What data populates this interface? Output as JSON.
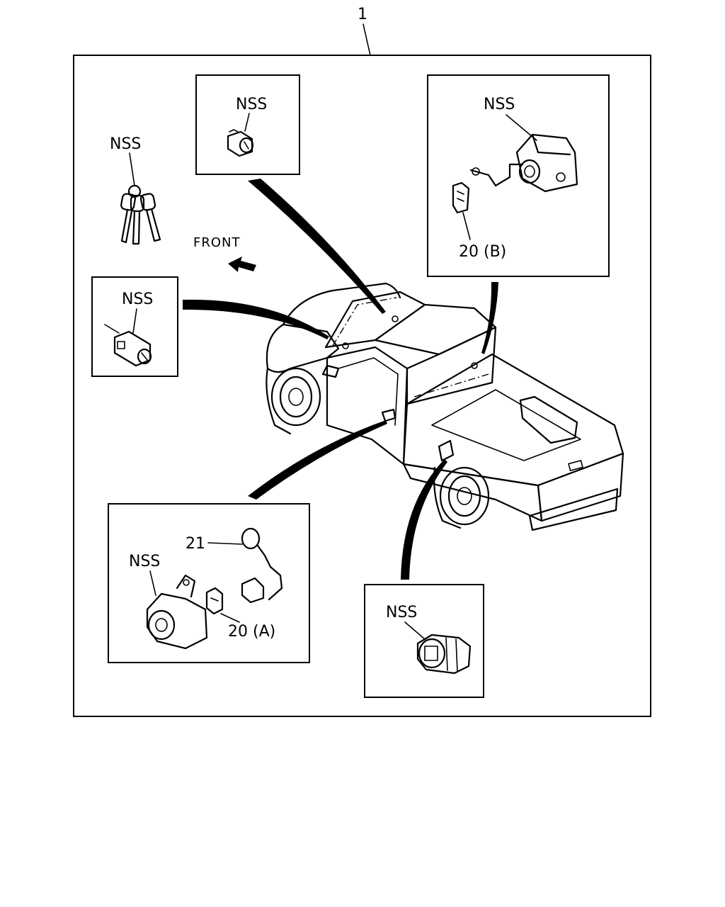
{
  "diagram": {
    "assembly_ref": "1",
    "direction_label": "FRONT",
    "parts": {
      "keys": {
        "label": "NSS"
      },
      "roof_lock": {
        "label": "NSS"
      },
      "ignition_cylinder": {
        "label": "NSS"
      },
      "tailgate_lock": {
        "label": "NSS",
        "sub_ref": "20 (B)"
      },
      "door_lock": {
        "label": "NSS",
        "sub_ref": "20 (A)",
        "wire_ref": "21"
      },
      "fuel_lid_lock": {
        "label": "NSS"
      }
    }
  }
}
